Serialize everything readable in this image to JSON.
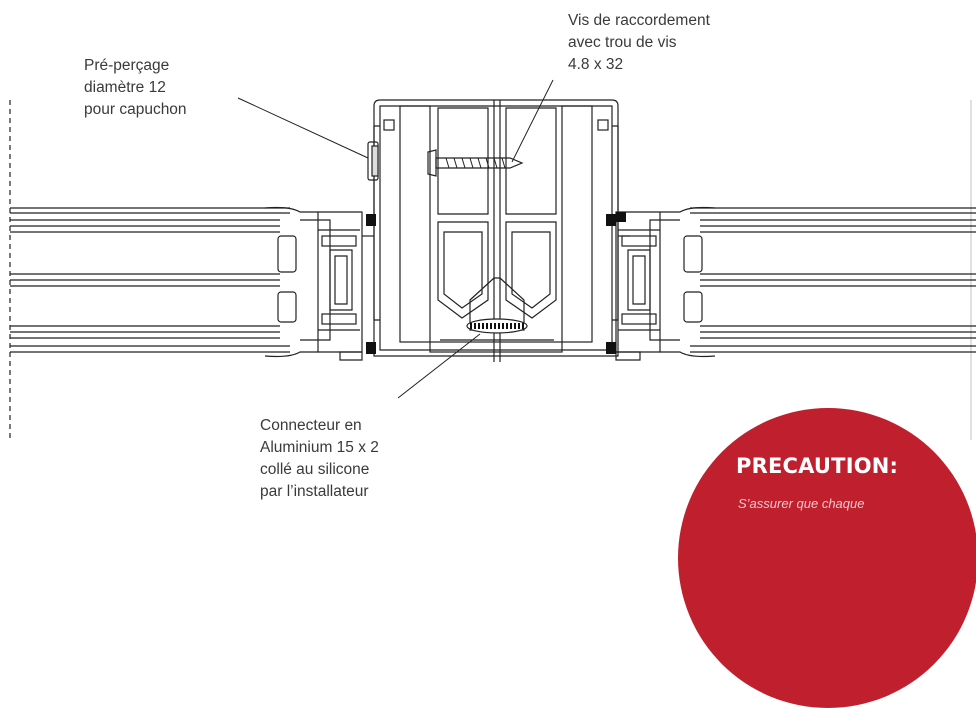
{
  "labels": {
    "pre_percage": [
      "Pré-perçage",
      "diamètre 12",
      "pour capuchon"
    ],
    "vis_raccordement": [
      "Vis de raccordement",
      "avec trou de vis",
      "4.8 x 32"
    ],
    "connecteur": [
      "Connecteur en",
      "Aluminium 15 x 2",
      "collé au silicone",
      "par l’installateur"
    ]
  },
  "callout": {
    "title": "PRECAUTION:",
    "body": "S’assurer que chaque",
    "color": "#c01f2e"
  },
  "colors": {
    "line": "#222222",
    "label": "#3a3a3a"
  }
}
